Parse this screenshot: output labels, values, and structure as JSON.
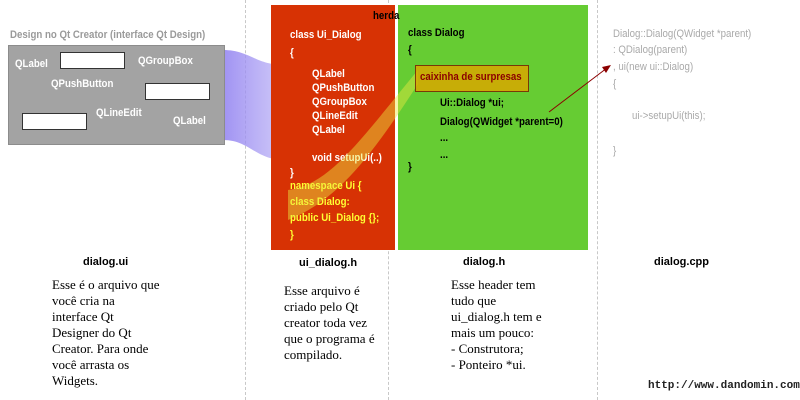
{
  "designer": {
    "title": "Design no Qt Creator (interface Qt Design)",
    "labels": [
      "QLabel",
      "QGroupBox",
      "QPushButton",
      "QLineEdit",
      "QLabel"
    ]
  },
  "ui_dialog_code": {
    "white_lines": [
      "class Ui_Dialog",
      "{",
      "QLabel",
      "QPushButton",
      "QGroupBox",
      "QLineEdit",
      "QLabel",
      "void setupUi(..)",
      "}"
    ],
    "yellow_lines": [
      "namespace Ui {",
      "class Dialog:",
      "public Ui_Dialog {};",
      "}"
    ]
  },
  "heranca_label": "herda",
  "dialog_h_code": {
    "head": [
      "class Dialog",
      "{"
    ],
    "surprise": "caixinha de surpresas",
    "body": [
      "Ui::Dialog *ui;",
      "Dialog(QWidget *parent=0)",
      "...",
      "...",
      "}"
    ]
  },
  "dialog_cpp_code": [
    "Dialog::Dialog(QWidget *parent)",
    ": QDialog(parent)",
    ", ui(new ui::Dialog)",
    "{",
    "ui->setupUi(this);",
    "}"
  ],
  "filenames": [
    "dialog.ui",
    "ui_dialog.h",
    "dialog.h",
    "dialog.cpp"
  ],
  "captions": {
    "ui": [
      "Esse é o arquivo que",
      "você cria na",
      "interface Qt",
      "Designer do Qt",
      "Creator. Para onde",
      "você arrasta os",
      "Widgets."
    ],
    "ui_dialog_h": [
      "Esse arquivo é",
      "criado pelo Qt",
      "creator toda vez",
      "que o programa é",
      "compilado."
    ],
    "dialog_h": [
      "Esse header tem",
      "tudo que",
      "ui_dialog.h tem e",
      "mais um pouco:",
      "- Construtora;",
      "- Ponteiro *ui."
    ]
  },
  "url": "http://www.dandomin.com.br",
  "colors": {
    "red": "#d73204",
    "green": "#66cc33",
    "panel": "#a3a3a3",
    "purple": "#9b8cf0",
    "yellow": "#ffff33"
  }
}
